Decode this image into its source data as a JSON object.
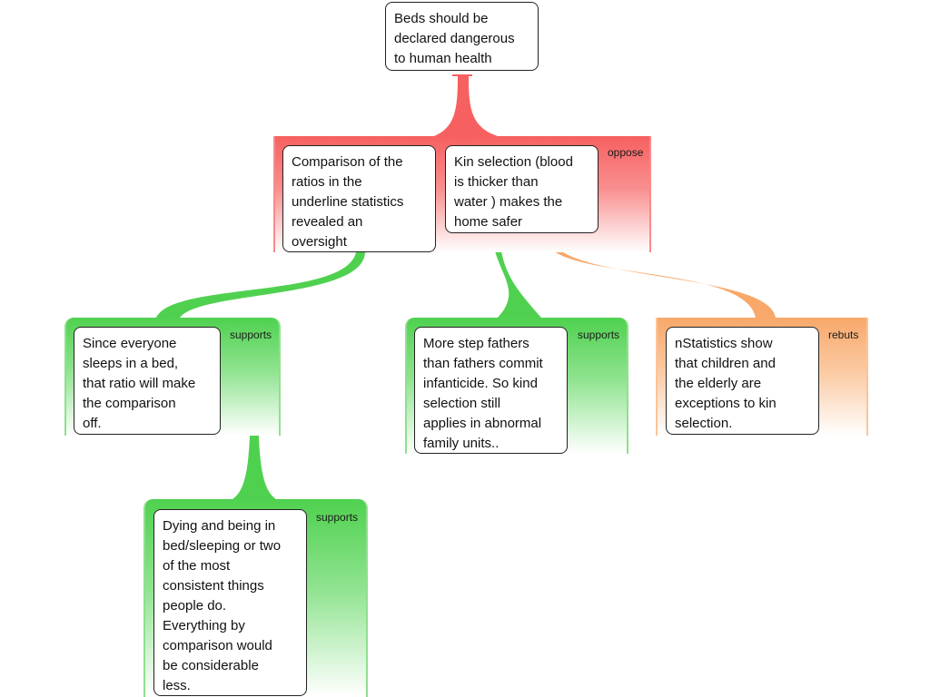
{
  "root": {
    "text": "Beds should be\ndeclared dangerous\nto human health"
  },
  "groups": {
    "oppose": {
      "label": "oppose",
      "color": "#f76060"
    },
    "supports_left": {
      "label": "supports",
      "color": "#4fd14f"
    },
    "supports_mid": {
      "label": "supports",
      "color": "#4fd14f"
    },
    "rebuts": {
      "label": "rebuts",
      "color": "#f8a86a"
    },
    "supports_bottom": {
      "label": "supports",
      "color": "#4fd14f"
    }
  },
  "nodes": {
    "comparison": {
      "text": "Comparison of the\nratios in the\nunderline statistics\nrevealed an\noversight"
    },
    "kin_selection": {
      "text": "Kin selection (blood\nis thicker than\nwater ) makes the\nhome safer"
    },
    "everyone_sleeps": {
      "text": "Since everyone\nsleeps in a bed,\nthat ratio will make\nthe comparison\noff."
    },
    "step_fathers": {
      "text": "More step fathers\nthan fathers commit\ninfanticide. So kind\nselection still\napplies in abnormal\nfamily units.."
    },
    "statistics_show": {
      "text": "nStatistics show\nthat children and\nthe elderly are\nexceptions to kin\nselection."
    },
    "dying": {
      "text": "Dying and being in\nbed/sleeping or two\nof the most\nconsistent things\npeople do.\nEverything by\ncomparison would\nbe considerable\nless."
    }
  }
}
